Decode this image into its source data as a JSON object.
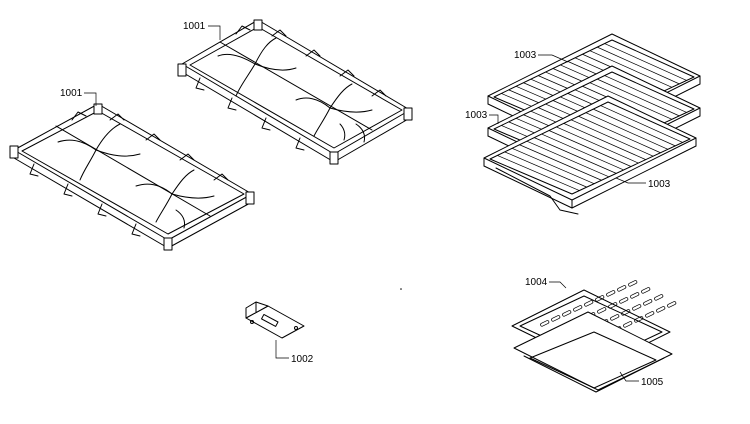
{
  "parts": [
    {
      "id": "grate-a",
      "label": "1001"
    },
    {
      "id": "grate-b",
      "label": "1001"
    },
    {
      "id": "bracket",
      "label": "1002"
    },
    {
      "id": "rack-top",
      "label": "1003"
    },
    {
      "id": "rack-mid",
      "label": "1003"
    },
    {
      "id": "rack-bottom",
      "label": "1003"
    },
    {
      "id": "broil-insert",
      "label": "1004"
    },
    {
      "id": "broil-pan",
      "label": "1005"
    }
  ]
}
